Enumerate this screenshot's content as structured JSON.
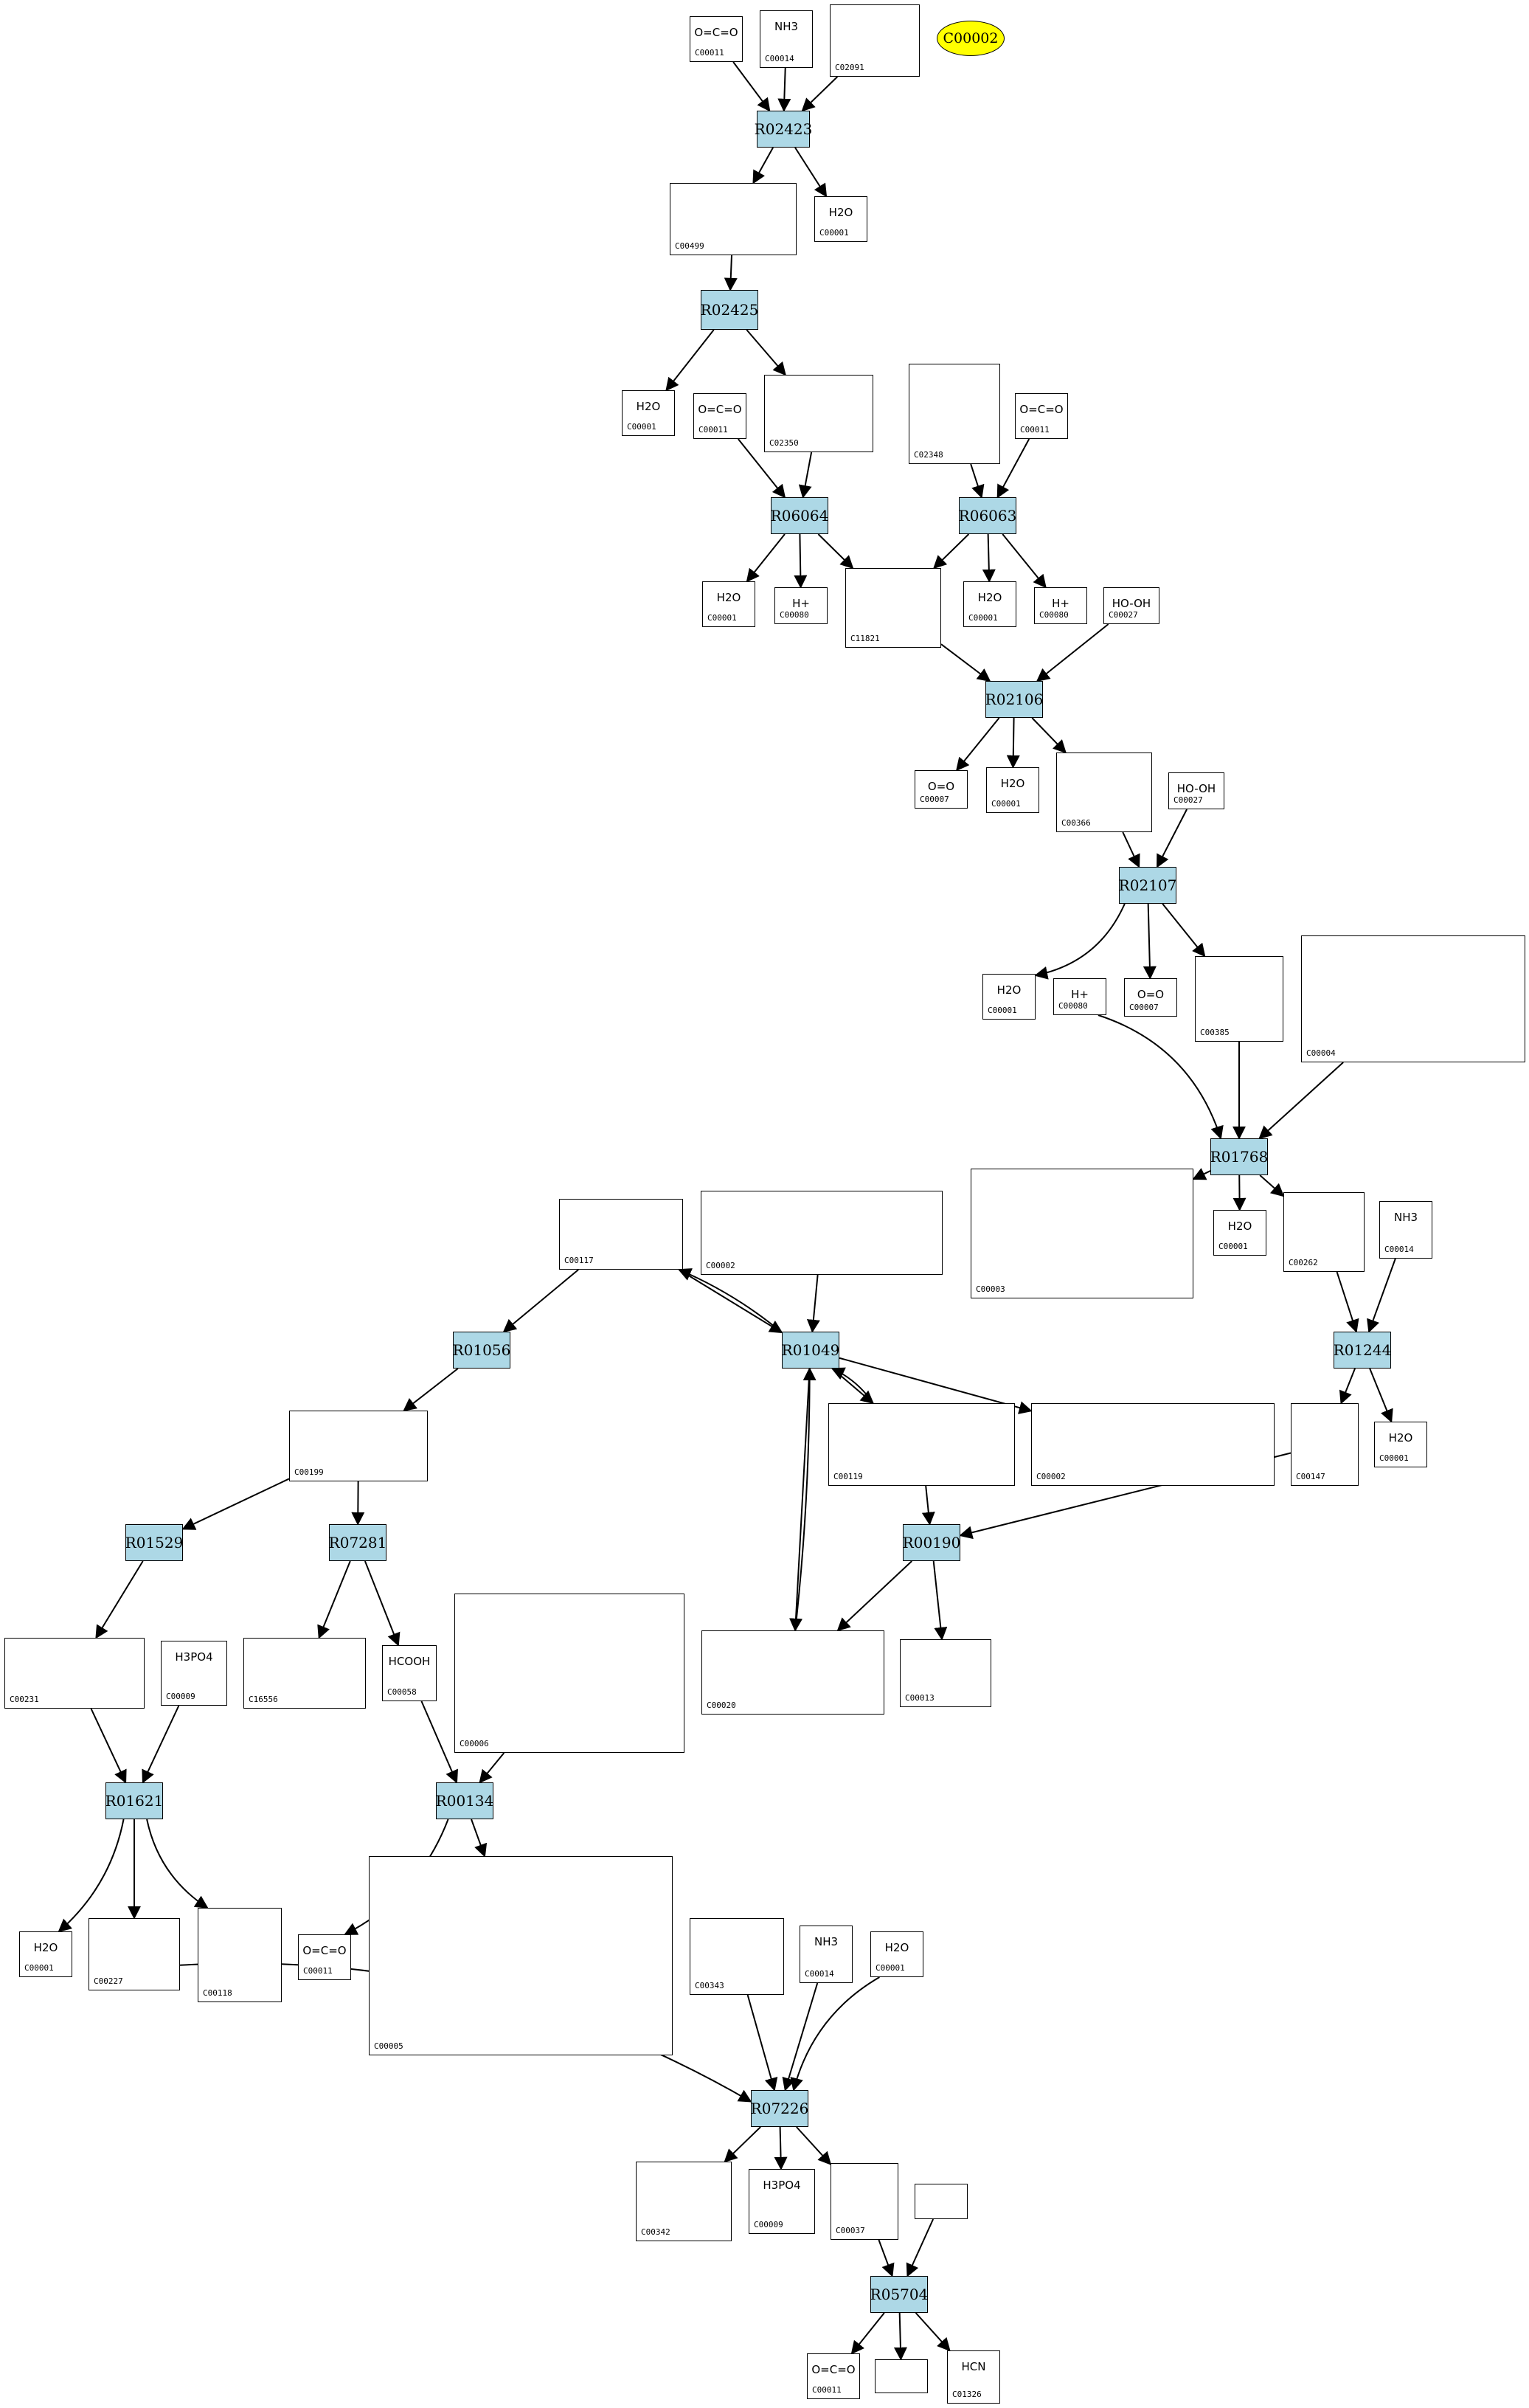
{
  "target": {
    "label": "C00002"
  },
  "reactions": {
    "R02423": "R02423",
    "R02425": "R02425",
    "R06064": "R06064",
    "R06063": "R06063",
    "R02106": "R02106",
    "R02107": "R02107",
    "R01768": "R01768",
    "R01049": "R01049",
    "R01244": "R01244",
    "R01056": "R01056",
    "R01529": "R01529",
    "R07281": "R07281",
    "R00190": "R00190",
    "R01621": "R01621",
    "R00134": "R00134",
    "R07226": "R07226",
    "R05704": "R05704"
  },
  "compounds": {
    "a1": {
      "id": "C00011",
      "formula": "O=C=O"
    },
    "a2": {
      "id": "C00014",
      "formula": "NH3"
    },
    "a3": {
      "id": "C02091",
      "formula": ""
    },
    "b1": {
      "id": "C00499",
      "formula": ""
    },
    "b2": {
      "id": "C00001",
      "formula": "H2O"
    },
    "c1": {
      "id": "C00001",
      "formula": "H2O"
    },
    "c2": {
      "id": "C00011",
      "formula": "O=C=O"
    },
    "c3": {
      "id": "C02350",
      "formula": ""
    },
    "c4": {
      "id": "C02348",
      "formula": ""
    },
    "c5": {
      "id": "C00011",
      "formula": "O=C=O"
    },
    "d1": {
      "id": "C00001",
      "formula": "H2O"
    },
    "d2": {
      "id": "C00080",
      "formula": "H+"
    },
    "d3": {
      "id": "C11821",
      "formula": ""
    },
    "d4": {
      "id": "C00001",
      "formula": "H2O"
    },
    "d5": {
      "id": "C00080",
      "formula": "H+"
    },
    "d6": {
      "id": "C00027",
      "formula": "HO-OH"
    },
    "e1": {
      "id": "C00007",
      "formula": "O=O"
    },
    "e2": {
      "id": "C00001",
      "formula": "H2O"
    },
    "e3": {
      "id": "C00366",
      "formula": ""
    },
    "e4": {
      "id": "C00027",
      "formula": "HO-OH"
    },
    "f1": {
      "id": "C00001",
      "formula": "H2O"
    },
    "f2": {
      "id": "C00080",
      "formula": "H+"
    },
    "f3": {
      "id": "C00007",
      "formula": "O=O"
    },
    "f4": {
      "id": "C00385",
      "formula": ""
    },
    "f5": {
      "id": "C00004",
      "formula": ""
    },
    "g1": {
      "id": "C00117",
      "formula": ""
    },
    "g2": {
      "id": "C00002",
      "formula": ""
    },
    "g3": {
      "id": "C00003",
      "formula": ""
    },
    "g4": {
      "id": "C00001",
      "formula": "H2O"
    },
    "g5": {
      "id": "C00262",
      "formula": ""
    },
    "g6": {
      "id": "C00014",
      "formula": "NH3"
    },
    "h1": {
      "id": "C00199",
      "formula": ""
    },
    "h2": {
      "id": "C00119",
      "formula": ""
    },
    "h3": {
      "id": "C00002",
      "formula": ""
    },
    "h4": {
      "id": "C00147",
      "formula": ""
    },
    "h5": {
      "id": "C00001",
      "formula": "H2O"
    },
    "i1": {
      "id": "C00231",
      "formula": ""
    },
    "i2": {
      "id": "C00009",
      "formula": "H3PO4"
    },
    "i3": {
      "id": "C16556",
      "formula": ""
    },
    "i4": {
      "id": "C00058",
      "formula": "HCOOH"
    },
    "i5": {
      "id": "C00006",
      "formula": ""
    },
    "i6": {
      "id": "C00020",
      "formula": ""
    },
    "i7": {
      "id": "C00013",
      "formula": ""
    },
    "j1": {
      "id": "C00001",
      "formula": "H2O"
    },
    "j2": {
      "id": "C00227",
      "formula": ""
    },
    "j3": {
      "id": "C00118",
      "formula": ""
    },
    "j4": {
      "id": "C00011",
      "formula": "O=C=O"
    },
    "j5": {
      "id": "C00005",
      "formula": ""
    },
    "j6": {
      "id": "C00343",
      "formula": ""
    },
    "j7": {
      "id": "C00014",
      "formula": "NH3"
    },
    "j8": {
      "id": "C00001",
      "formula": "H2O"
    },
    "k1": {
      "id": "C00342",
      "formula": ""
    },
    "k2": {
      "id": "C00009",
      "formula": "H3PO4"
    },
    "k3": {
      "id": "C00037",
      "formula": ""
    },
    "k4": {
      "id": "",
      "formula": ""
    },
    "l1": {
      "id": "C00011",
      "formula": "O=C=O"
    },
    "l2": {
      "id": "",
      "formula": ""
    },
    "l3": {
      "id": "C01326",
      "formula": "HCN"
    }
  }
}
